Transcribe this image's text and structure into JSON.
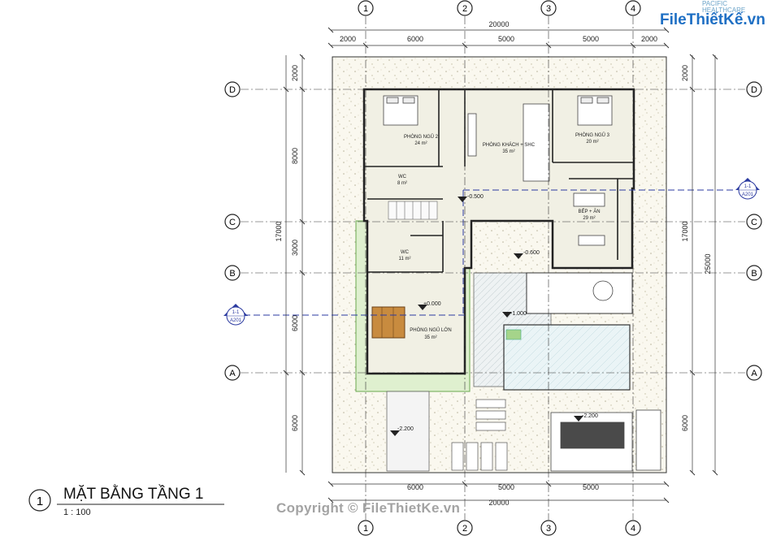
{
  "grid": {
    "cols": [
      "1",
      "2",
      "3",
      "4"
    ],
    "rows": [
      "D",
      "C",
      "B",
      "A"
    ]
  },
  "dims": {
    "top_total": "20000",
    "top_parts": [
      "2000",
      "6000",
      "5000",
      "5000",
      "2000"
    ],
    "bottom_parts": [
      "6000",
      "5000",
      "5000"
    ],
    "bottom_total": "20000",
    "left_parts": [
      "2000",
      "8000",
      "3000",
      "6000",
      "6000"
    ],
    "left_total": "17000",
    "right_parts": [
      "2000",
      "17000",
      "6000"
    ],
    "right_total": "25000"
  },
  "rooms": [
    {
      "name": "PHÒNG NGỦ 2",
      "area": "24 m²"
    },
    {
      "name": "PHÒNG KHÁCH + SHC",
      "area": "35 m²"
    },
    {
      "name": "PHÒNG NGỦ 3",
      "area": "20 m²"
    },
    {
      "name": "WC",
      "area": "8 m²"
    },
    {
      "name": "BẾP + ĂN",
      "area": "29 m²"
    },
    {
      "name": "WC",
      "area": "11 m²"
    },
    {
      "name": "PHÒNG NGỦ LỚN",
      "area": "35 m²"
    }
  ],
  "levels": [
    "-0.500",
    "-0.600",
    "+0.000",
    "-1.000",
    "-2.200",
    "-2.200"
  ],
  "section": {
    "number": "1-1",
    "sheet": "A201"
  },
  "title": {
    "number": "1",
    "name": "MẶT BẰNG TẦNG 1",
    "scale": "1 : 100"
  },
  "logo": {
    "brand": "FileThiếtKế.vn",
    "partner": "PACIFIC HEALTHCARE"
  },
  "watermark": "Copyright © FileThietKe.vn"
}
